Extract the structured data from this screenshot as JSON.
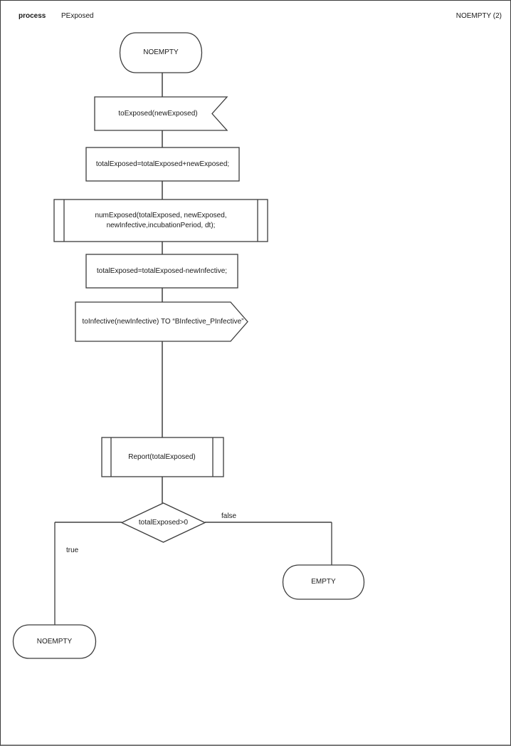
{
  "header": {
    "kind_label": "process",
    "process_name": "PExposed",
    "page_label": "NOEMPTY (2)"
  },
  "colors": {
    "background": "#ffffff",
    "node_stroke": "#3c3c3c",
    "connector": "#6f6f6f",
    "text": "#1a1a1a"
  },
  "diagram": {
    "nodes": [
      {
        "id": "state-start",
        "type": "state",
        "label": "NOEMPTY"
      },
      {
        "id": "input-toexposed",
        "type": "input-signal",
        "label": "toExposed(newExposed)"
      },
      {
        "id": "task-add",
        "type": "task",
        "label": "totalExposed=totalExposed+newExposed;"
      },
      {
        "id": "proc-numexposed",
        "type": "procedure-call",
        "lines": [
          "numExposed(totalExposed, newExposed,",
          "newInfective,incubationPeriod, dt);"
        ]
      },
      {
        "id": "task-subtract",
        "type": "task",
        "label": "totalExposed=totalExposed-newInfective;"
      },
      {
        "id": "output-toinfective",
        "type": "output-signal",
        "label": "toInfective(newInfective) TO “BInfective_PInfective”"
      },
      {
        "id": "proc-report",
        "type": "procedure-call",
        "label": "Report(totalExposed)"
      },
      {
        "id": "decision-exposed",
        "type": "decision",
        "label": "totalExposed>0"
      },
      {
        "id": "state-empty",
        "type": "state",
        "label": "EMPTY"
      },
      {
        "id": "state-noempty",
        "type": "state",
        "label": "NOEMPTY"
      }
    ],
    "edge_labels": {
      "true_branch": "true",
      "false_branch": "false"
    }
  }
}
